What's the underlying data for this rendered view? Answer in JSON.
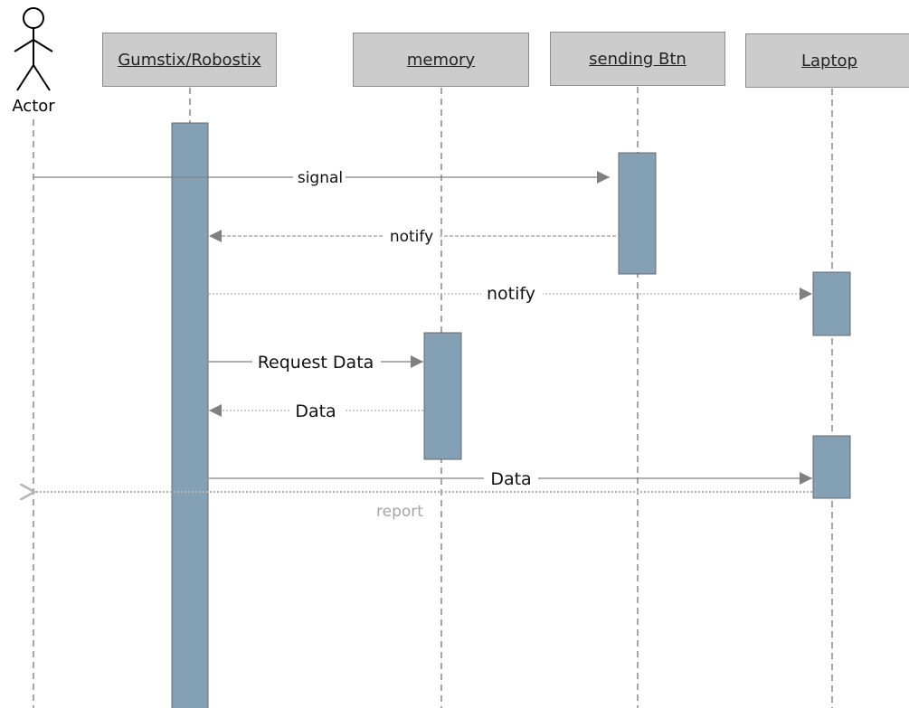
{
  "actor": {
    "label": "Actor"
  },
  "lifelines": [
    {
      "id": "gumstix",
      "label": "Gumstix/Robostix"
    },
    {
      "id": "memory",
      "label": "memory"
    },
    {
      "id": "sending",
      "label": "sending Btn"
    },
    {
      "id": "laptop",
      "label": "Laptop"
    }
  ],
  "messages": [
    {
      "label": "signal",
      "from": "actor",
      "to": "sending",
      "style": "solid"
    },
    {
      "label": "notify",
      "from": "sending",
      "to": "gumstix",
      "style": "dashed"
    },
    {
      "label": "notify",
      "from": "gumstix",
      "to": "laptop",
      "style": "dotted"
    },
    {
      "label": "Request Data",
      "from": "gumstix",
      "to": "memory",
      "style": "solid"
    },
    {
      "label": "Data",
      "from": "memory",
      "to": "gumstix",
      "style": "dotted"
    },
    {
      "label": "Data",
      "from": "gumstix",
      "to": "laptop",
      "style": "solid"
    },
    {
      "label": "report",
      "from": "laptop",
      "to": "actor",
      "style": "dotted-open"
    }
  ],
  "colors": {
    "header_fill": "#cccccc",
    "activation_fill": "#84a0b5",
    "lifeline": "#a6a6a6",
    "arrow": "#808080",
    "report": "#b3b3b3"
  }
}
